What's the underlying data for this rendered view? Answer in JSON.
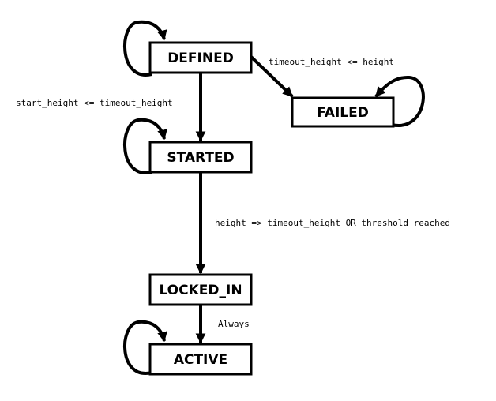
{
  "states": {
    "defined": "DEFINED",
    "failed": "FAILED",
    "started": "STARTED",
    "locked_in": "LOCKED_IN",
    "active": "ACTIVE"
  },
  "transitions": {
    "defined_to_failed": "timeout_height <= height",
    "defined_to_started": "start_height <= timeout_height",
    "started_to_locked_in": "height => timeout_height OR threshold reached",
    "locked_in_to_active": "Always"
  },
  "colors": {
    "stroke": "#000000",
    "fill": "#ffffff"
  }
}
